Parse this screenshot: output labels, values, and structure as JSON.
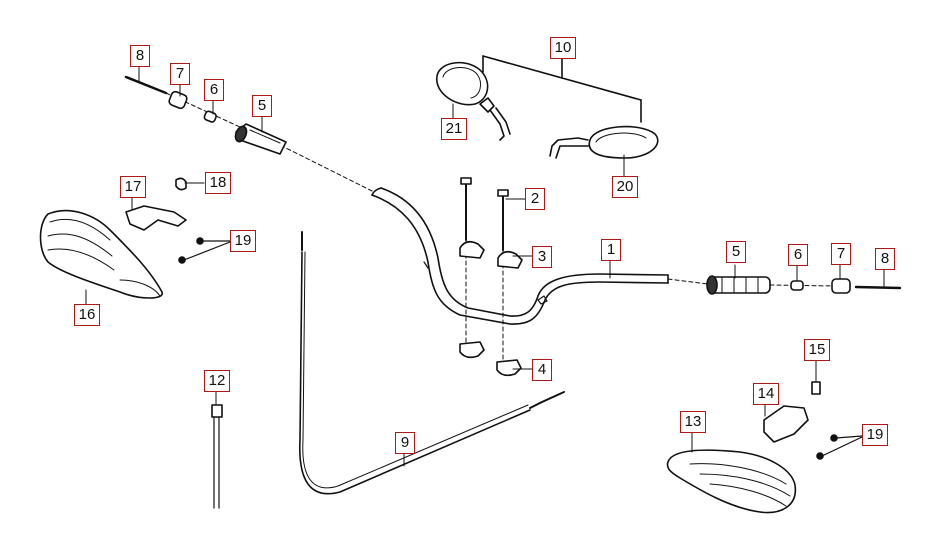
{
  "diagram": {
    "callouts": {
      "c1": "1",
      "c2": "2",
      "c3": "3",
      "c4": "4",
      "c5a": "5",
      "c5b": "5",
      "c6a": "6",
      "c6b": "6",
      "c7a": "7",
      "c7b": "7",
      "c8a": "8",
      "c8b": "8",
      "c9": "9",
      "c10": "10",
      "c12": "12",
      "c13": "13",
      "c14": "14",
      "c15": "15",
      "c16": "16",
      "c17": "17",
      "c18": "18",
      "c19a": "19",
      "c19b": "19",
      "c20": "20",
      "c21": "21"
    },
    "colors": {
      "line": "#111111",
      "callout_border": "#b01818",
      "background": "#ffffff"
    }
  }
}
